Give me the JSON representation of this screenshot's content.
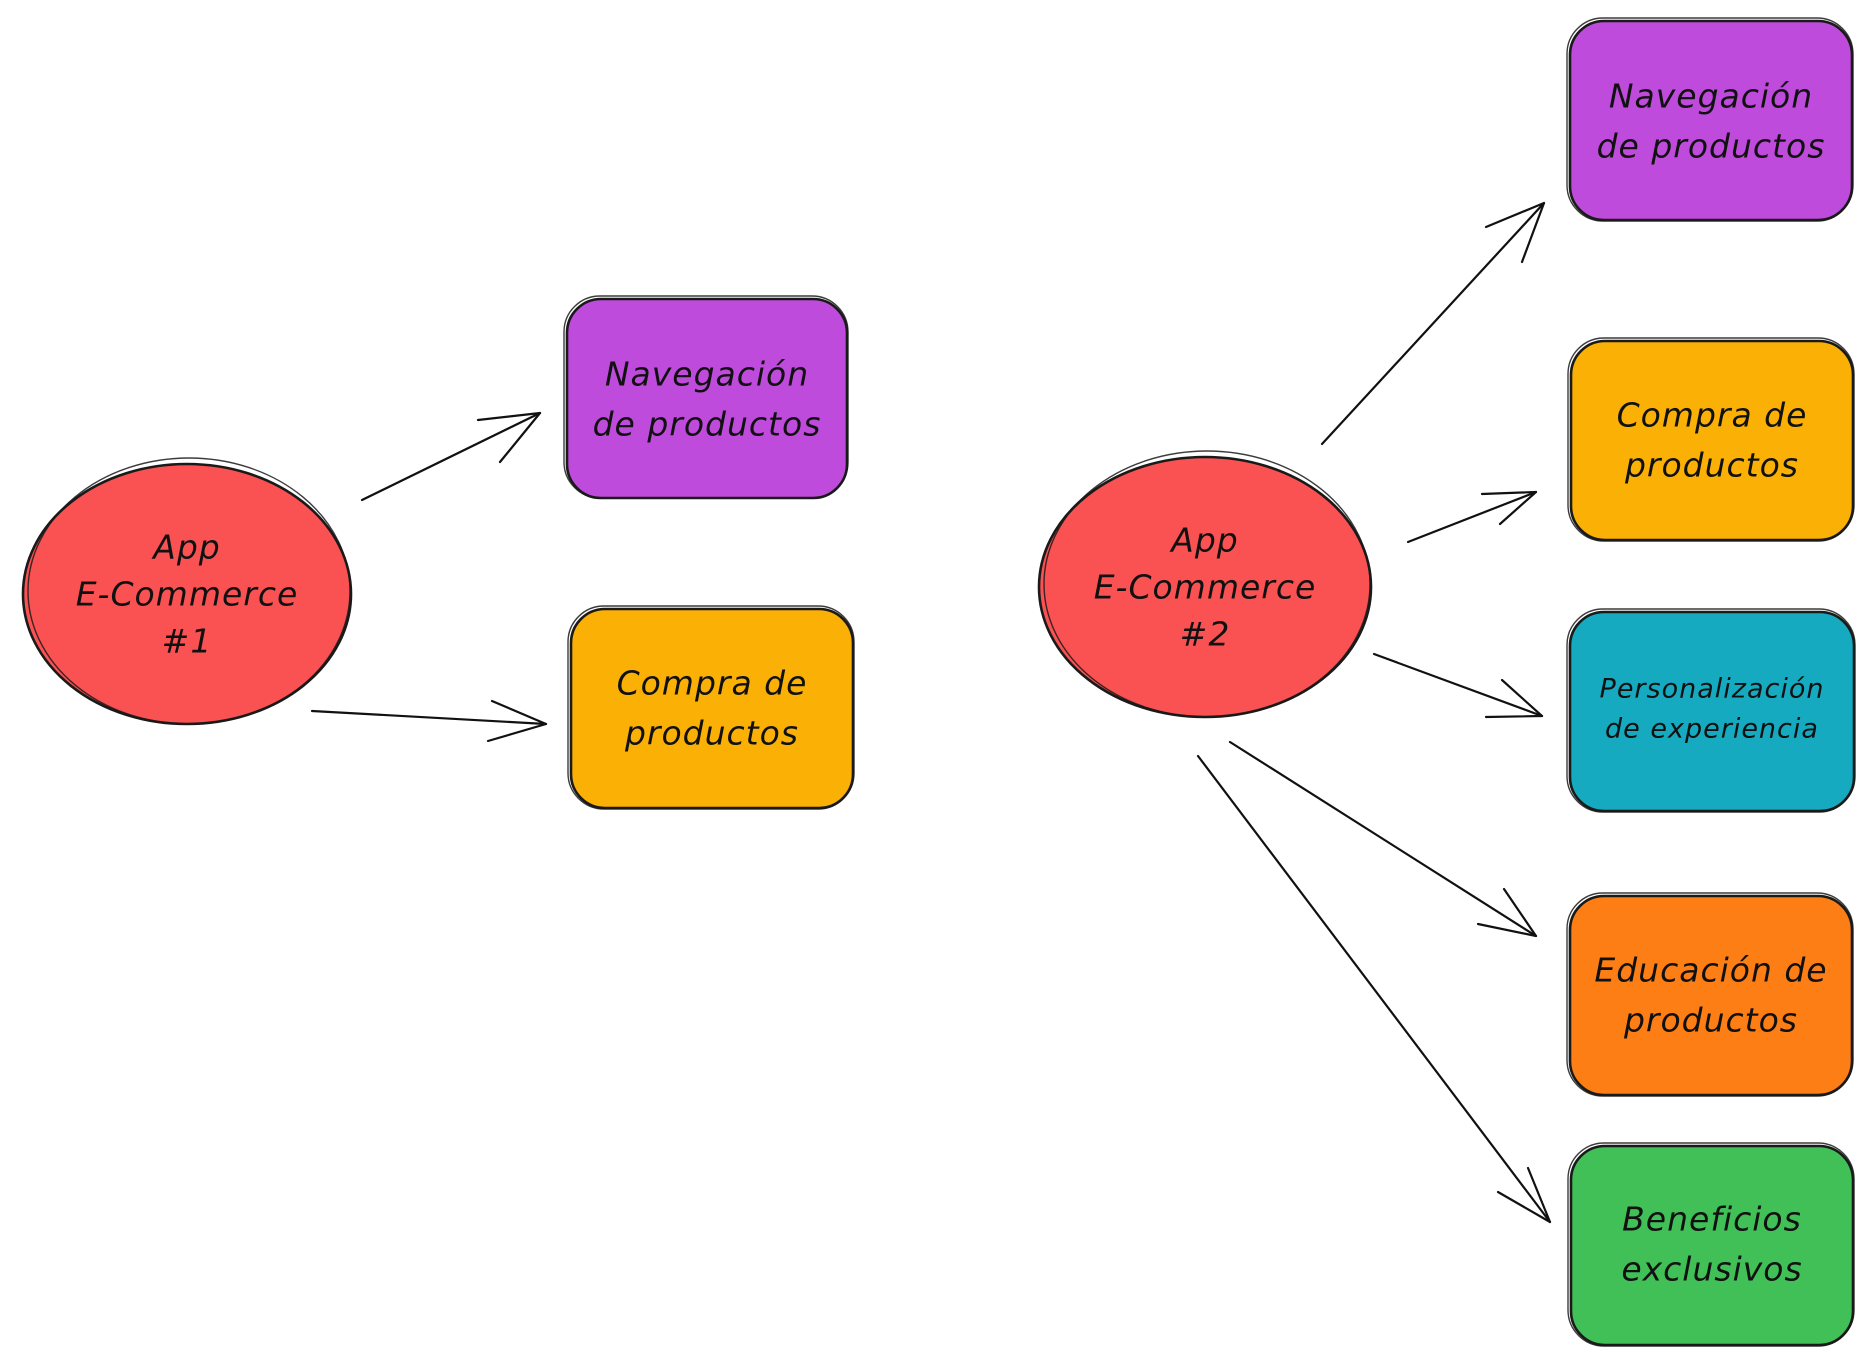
{
  "colors": {
    "background": "#ffffff",
    "app_node": "#fa5252",
    "navegacion": "#be4bdb",
    "compra": "#fab005",
    "personalizacion": "#15aabf",
    "educacion": "#fd7e14",
    "beneficios": "#40c057",
    "stroke": "#1a1a1a"
  },
  "app1": {
    "label_line1": "App",
    "label_line2": "E-Commerce",
    "label_line3": "#1",
    "children": [
      {
        "line1": "Navegación",
        "line2": "de productos",
        "color": "#be4bdb"
      },
      {
        "line1": "Compra de",
        "line2": "productos",
        "color": "#fab005"
      }
    ]
  },
  "app2": {
    "label_line1": "App",
    "label_line2": "E-Commerce",
    "label_line3": "#2",
    "children": [
      {
        "line1": "Navegación",
        "line2": "de productos",
        "color": "#be4bdb"
      },
      {
        "line1": "Compra de",
        "line2": "productos",
        "color": "#fab005"
      },
      {
        "line1": "Personalización",
        "line2": "de experiencia",
        "color": "#15aabf"
      },
      {
        "line1": "Educación de",
        "line2": "productos",
        "color": "#fd7e14"
      },
      {
        "line1": "Beneficios",
        "line2": "exclusivos",
        "color": "#40c057"
      }
    ]
  },
  "icons": {
    "arrow": "arrow-right-icon"
  }
}
